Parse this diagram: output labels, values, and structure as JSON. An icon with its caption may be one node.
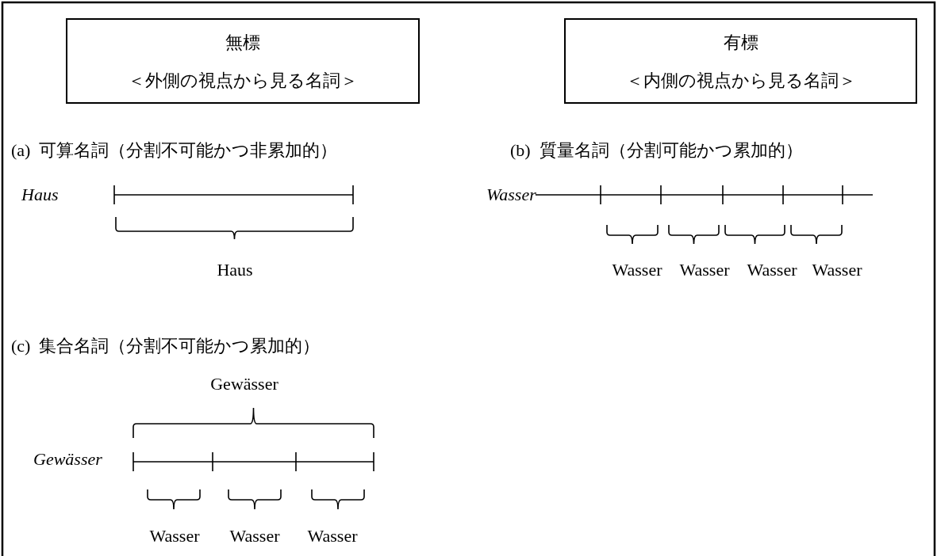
{
  "diagram": {
    "nodes": [
      {
        "text": [
          "無標",
          "＜外側の視点から見る名詞＞"
        ]
      },
      {
        "text": [
          "有標",
          "＜内側の視点から見る名詞＞"
        ]
      }
    ],
    "labels": [
      "(a)  可算名詞（分割不可能かつ非累加的）",
      "(b)  質量名詞（分割可能かつ累加的）",
      "Haus",
      "Wasser",
      "Haus",
      "Wasser",
      "Wasser",
      "Wasser",
      "Wasser",
      "(c)  集合名詞（分割不可能かつ累加的）",
      "Gewässer",
      "Gewässer",
      "Wasser",
      "Wasser",
      "Wasser"
    ]
  }
}
